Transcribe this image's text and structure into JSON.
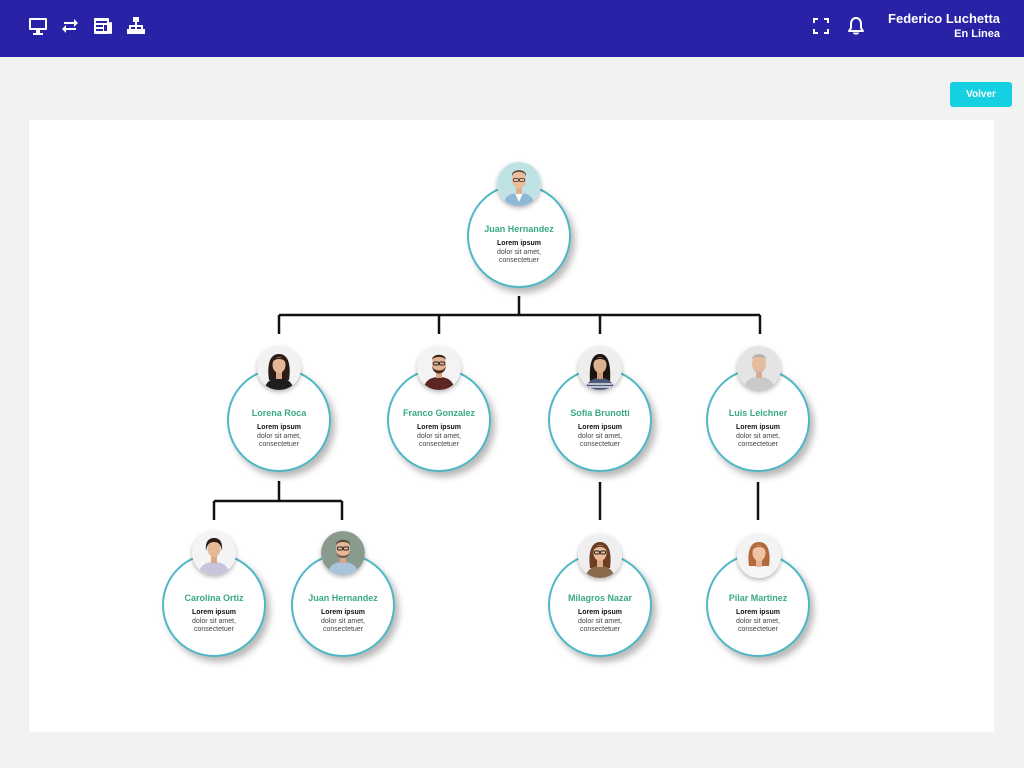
{
  "header": {
    "nav_icons": [
      "monitor-icon",
      "swap-icon",
      "newspaper-icon",
      "org-chart-icon"
    ],
    "user_name": "Federico Luchetta",
    "user_status": "En Linea",
    "background": "#2822a7"
  },
  "toolbar": {
    "back_label": "Volver",
    "accent": "#14d0e0"
  },
  "chart": {
    "nodes": [
      {
        "id": "n0",
        "name": "Juan Hernandez",
        "title": "Lorem ipsum",
        "desc1": "dolor sit amet,",
        "desc2": "consectetuer"
      },
      {
        "id": "n1",
        "name": "Lorena Roca",
        "title": "Lorem ipsum",
        "desc1": "dolor sit amet,",
        "desc2": "consectetuer"
      },
      {
        "id": "n2",
        "name": "Franco Gonzalez",
        "title": "Lorem ipsum",
        "desc1": "dolor sit amet,",
        "desc2": "consectetuer"
      },
      {
        "id": "n3",
        "name": "Sofia Brunotti",
        "title": "Lorem ipsum",
        "desc1": "dolor sit amet,",
        "desc2": "consectetuer"
      },
      {
        "id": "n4",
        "name": "Luis Leichner",
        "title": "Lorem ipsum",
        "desc1": "dolor sit amet,",
        "desc2": "consectetuer"
      },
      {
        "id": "n5",
        "name": "Carolina Ortiz",
        "title": "Lorem ipsum",
        "desc1": "dolor sit amet,",
        "desc2": "consectetuer"
      },
      {
        "id": "n6",
        "name": "Juan Hernandez",
        "title": "Lorem ipsum",
        "desc1": "dolor sit amet,",
        "desc2": "consectetuer"
      },
      {
        "id": "n7",
        "name": "Milagros Nazar",
        "title": "Lorem ipsum",
        "desc1": "dolor sit amet,",
        "desc2": "consectetuer"
      },
      {
        "id": "n8",
        "name": "Pilar Martinez",
        "title": "Lorem ipsum",
        "desc1": "dolor sit amet,",
        "desc2": "consectetuer"
      }
    ],
    "edges": [
      [
        "n0",
        "n1"
      ],
      [
        "n0",
        "n2"
      ],
      [
        "n0",
        "n3"
      ],
      [
        "n0",
        "n4"
      ],
      [
        "n1",
        "n5"
      ],
      [
        "n1",
        "n6"
      ],
      [
        "n3",
        "n7"
      ],
      [
        "n4",
        "n8"
      ]
    ],
    "node_border_color": "#4fb8c6",
    "name_color": "#3aa886"
  }
}
